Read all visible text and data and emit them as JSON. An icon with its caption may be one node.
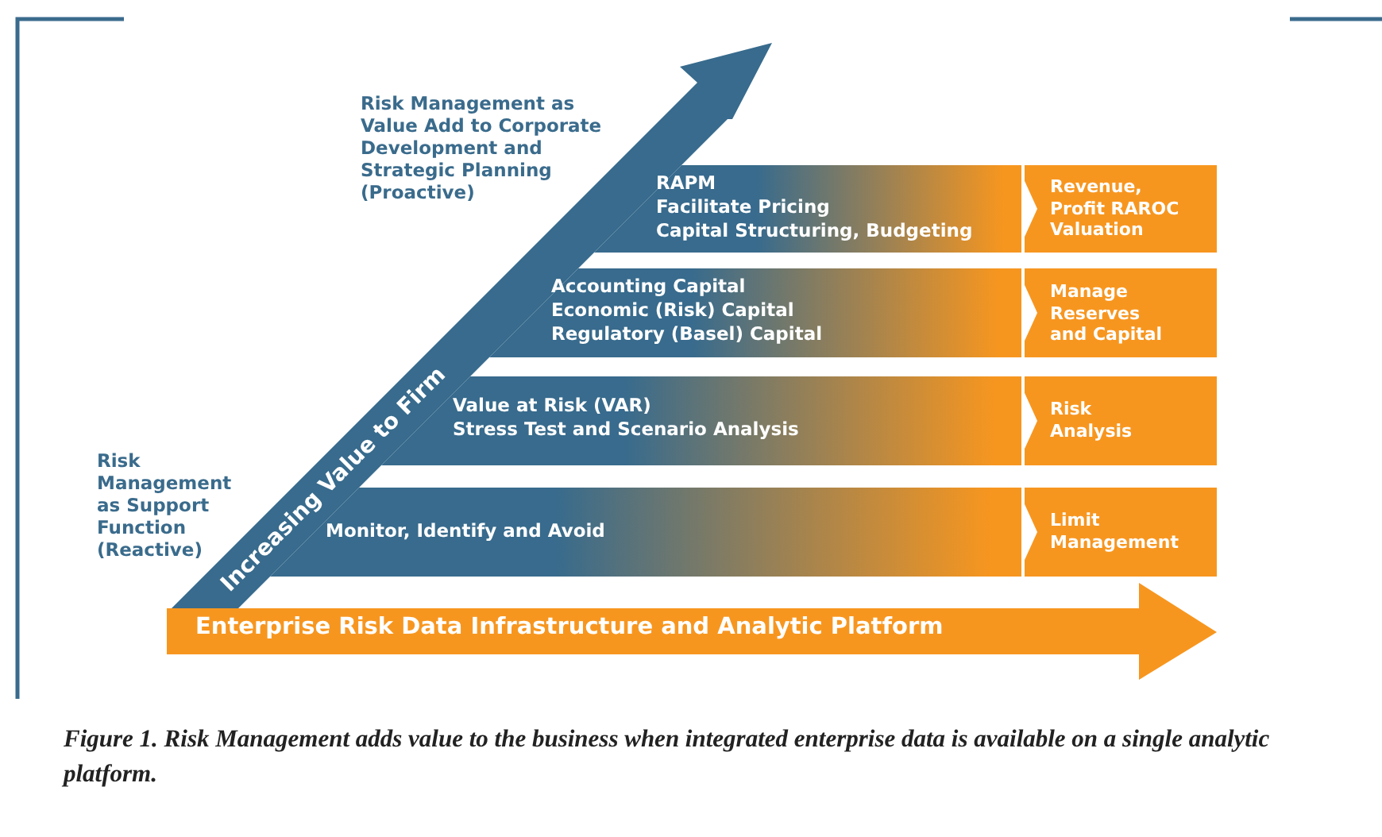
{
  "diagram": {
    "caption": "Figure 1. Risk Management adds value to the business when integrated enterprise data is available on a single analytic platform.",
    "nodes": [
      {
        "text": [
          "RAPM",
          "Facilitate Pricing",
          "Capital Structuring, Budgeting"
        ]
      },
      {
        "text": [
          "Revenue, Profit RAROC Valuation"
        ]
      },
      {
        "text": [
          "Accounting Capital",
          "Economic (Risk) Capital",
          "Regulatory (Basel) Capital"
        ]
      },
      {
        "text": [
          "Manage Reserves and Capital"
        ]
      },
      {
        "text": [
          "Value at Risk (VAR)",
          "Stress Test and Scenario Analysis"
        ]
      },
      {
        "text": [
          "Risk Analysis"
        ]
      },
      {
        "text": [
          "Monitor, Identify and Avoid"
        ]
      },
      {
        "text": [
          "Limit Management"
        ]
      },
      {
        "text": [
          "Increasing Value to Firm"
        ]
      },
      {
        "text": [
          "Enterprise Risk Data Infrastructure and Analytic Platform"
        ]
      }
    ],
    "edges": [
      {
        "from": 0,
        "to": 1,
        "arrow": "to"
      },
      {
        "from": 2,
        "to": 3,
        "arrow": "to"
      },
      {
        "from": 4,
        "to": 5,
        "arrow": "to"
      },
      {
        "from": 6,
        "to": 7,
        "arrow": "to"
      }
    ],
    "labels": [
      "Risk Management as Value Add to Corporate Development and Strategic Planning (Proactive)",
      "Risk Management as Support Function (Reactive)"
    ]
  }
}
